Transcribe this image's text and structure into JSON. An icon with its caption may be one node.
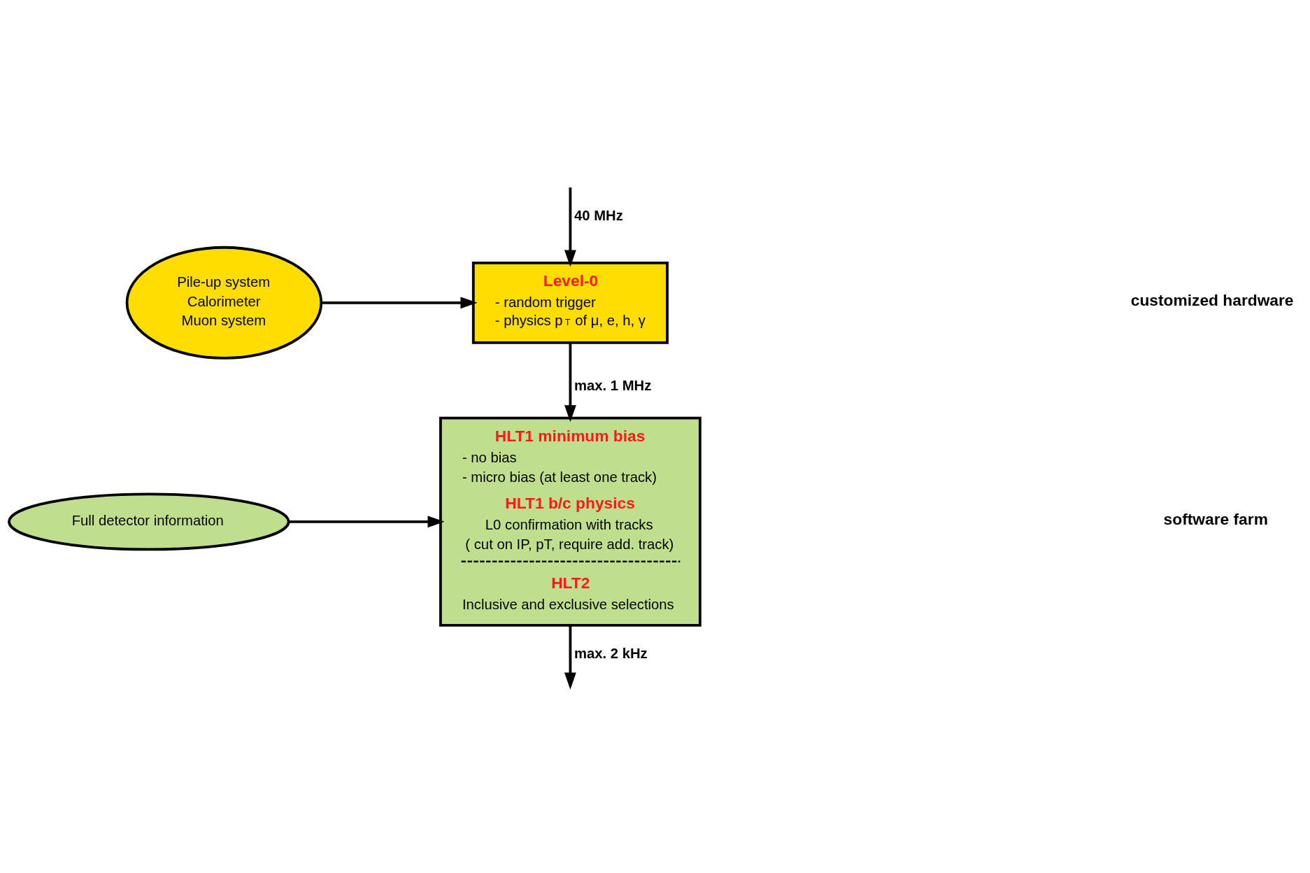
{
  "diagram": {
    "nodes": [
      {
        "text": [
          "Pile-up system",
          "Calorimeter",
          "Muon system"
        ]
      },
      {
        "text": [
          "Level-0",
          "- random trigger",
          "- physics p$_{T}$ of μ, e, h, γ"
        ]
      },
      {
        "text": [
          "Full detector information"
        ]
      },
      {
        "text": [
          "HLT1 minimum bias",
          "- no bias",
          "- micro bias (at least one track)",
          "HLT1 b/c physics",
          "L0 confirmation with tracks",
          "( cut on IP, pT, require add. track)",
          "HLT2",
          "Inclusive and exclusive selections"
        ]
      }
    ],
    "edges": [
      {
        "from": null,
        "to": 1,
        "arrow": "to",
        "label": "40 MHz"
      },
      {
        "from": 0,
        "to": 1,
        "arrow": "to"
      },
      {
        "from": 1,
        "to": 3,
        "arrow": "to",
        "label": "max. 1 MHz"
      },
      {
        "from": 2,
        "to": 3,
        "arrow": "to"
      },
      {
        "from": 3,
        "to": null,
        "arrow": "to",
        "label": "max. 2 kHz"
      }
    ],
    "labels": [
      "customized hardware",
      "software farm"
    ]
  }
}
